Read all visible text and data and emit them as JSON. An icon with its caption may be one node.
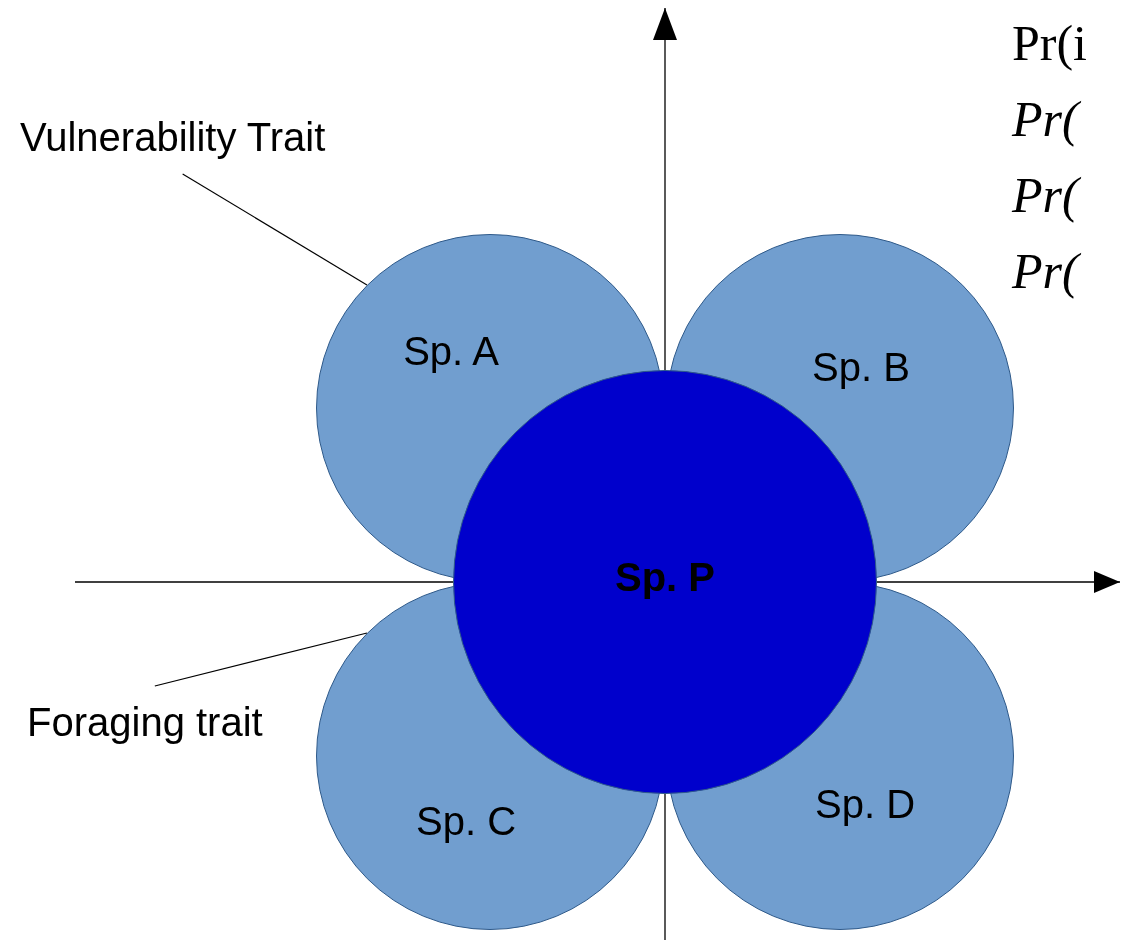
{
  "diagram": {
    "nodes": [
      {
        "text": [
          "Vulnerability Trait"
        ]
      },
      {
        "text": [
          "Sp. A"
        ]
      },
      {
        "text": [
          "Sp. B"
        ]
      },
      {
        "text": [
          "Sp. P"
        ]
      },
      {
        "text": [
          "Foraging trait"
        ]
      },
      {
        "text": [
          "Sp. C"
        ]
      },
      {
        "text": [
          "Sp. D"
        ]
      }
    ],
    "edges": [
      {
        "from": 0,
        "to": 1,
        "arrow": "none"
      },
      {
        "from": 4,
        "to": 5,
        "arrow": "none"
      }
    ],
    "labels": [
      "Pr(i",
      "Pr(",
      "Pr(",
      "Pr("
    ]
  }
}
